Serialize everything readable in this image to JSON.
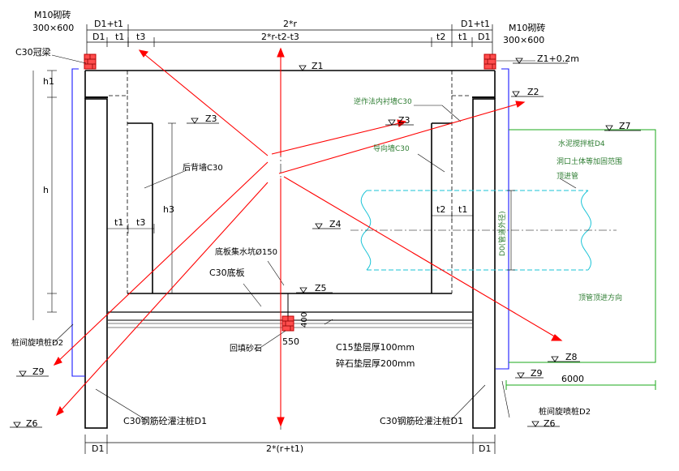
{
  "top_dims": {
    "m10_left": "M10砌砖",
    "size_left": "300×600",
    "d1_t1_left": "D1+t1",
    "two_r": "2*r",
    "d1_t1_right": "D1+t1",
    "m10_right": "M10砌砖",
    "size_right": "300×600",
    "d1_a": "D1",
    "t1_a": "t1",
    "t3_a": "t3",
    "inner": "2*r-t2-t3",
    "t2_a": "t2",
    "t1_b": "t1",
    "d1_b": "D1"
  },
  "labels": {
    "c30_cap": "C30冠梁",
    "z1": "Z1",
    "z1_top": "Z1+0.2m",
    "z2": "Z2",
    "z3_left": "Z3",
    "z3_mid": "Z3",
    "z4": "Z4",
    "z5": "Z5",
    "z6_left": "Z6",
    "z6_right": "Z6",
    "z7": "Z7",
    "z8": "Z8",
    "z9_left": "Z9",
    "z9_right": "Z9",
    "h1": "h1",
    "h": "h",
    "h3": "h3",
    "t1_mid_left": "t1",
    "t3_mid": "t3",
    "t2_mid": "t2",
    "t1_mid_right": "t1",
    "back_wall": "后背墙C30",
    "guide_wall": "导向墙C30",
    "secondary_lining": "逆作法内衬墙C30",
    "cement_soil": "水泥搅拌桩D4",
    "hole_reinforce": "洞口土体等加固范围",
    "pipe_jacking": "顶进管",
    "pipe_dia": "D0(管道外径)",
    "jack_direction": "顶管顶进方向",
    "drain_pipe": "底板集水坑Ø150",
    "c30_bottom": "C30底板",
    "sump": "回填砂石",
    "sump_w": "550",
    "sump_h": "400",
    "c15_cushion": "C15垫层厚100mm",
    "gravel_cushion": "碎石垫层厚200mm",
    "jet_left": "桩间旋喷桩D2",
    "jet_right": "桩间旋喷桩D2",
    "bored_left": "C30钢筋砼灌注桩D1",
    "bored_right": "C30钢筋砼灌注桩D1",
    "dist_6000": "6000"
  },
  "bottom_dims": {
    "d1_left": "D1",
    "span": "2*(r+t1)",
    "d1_right": "D1"
  }
}
